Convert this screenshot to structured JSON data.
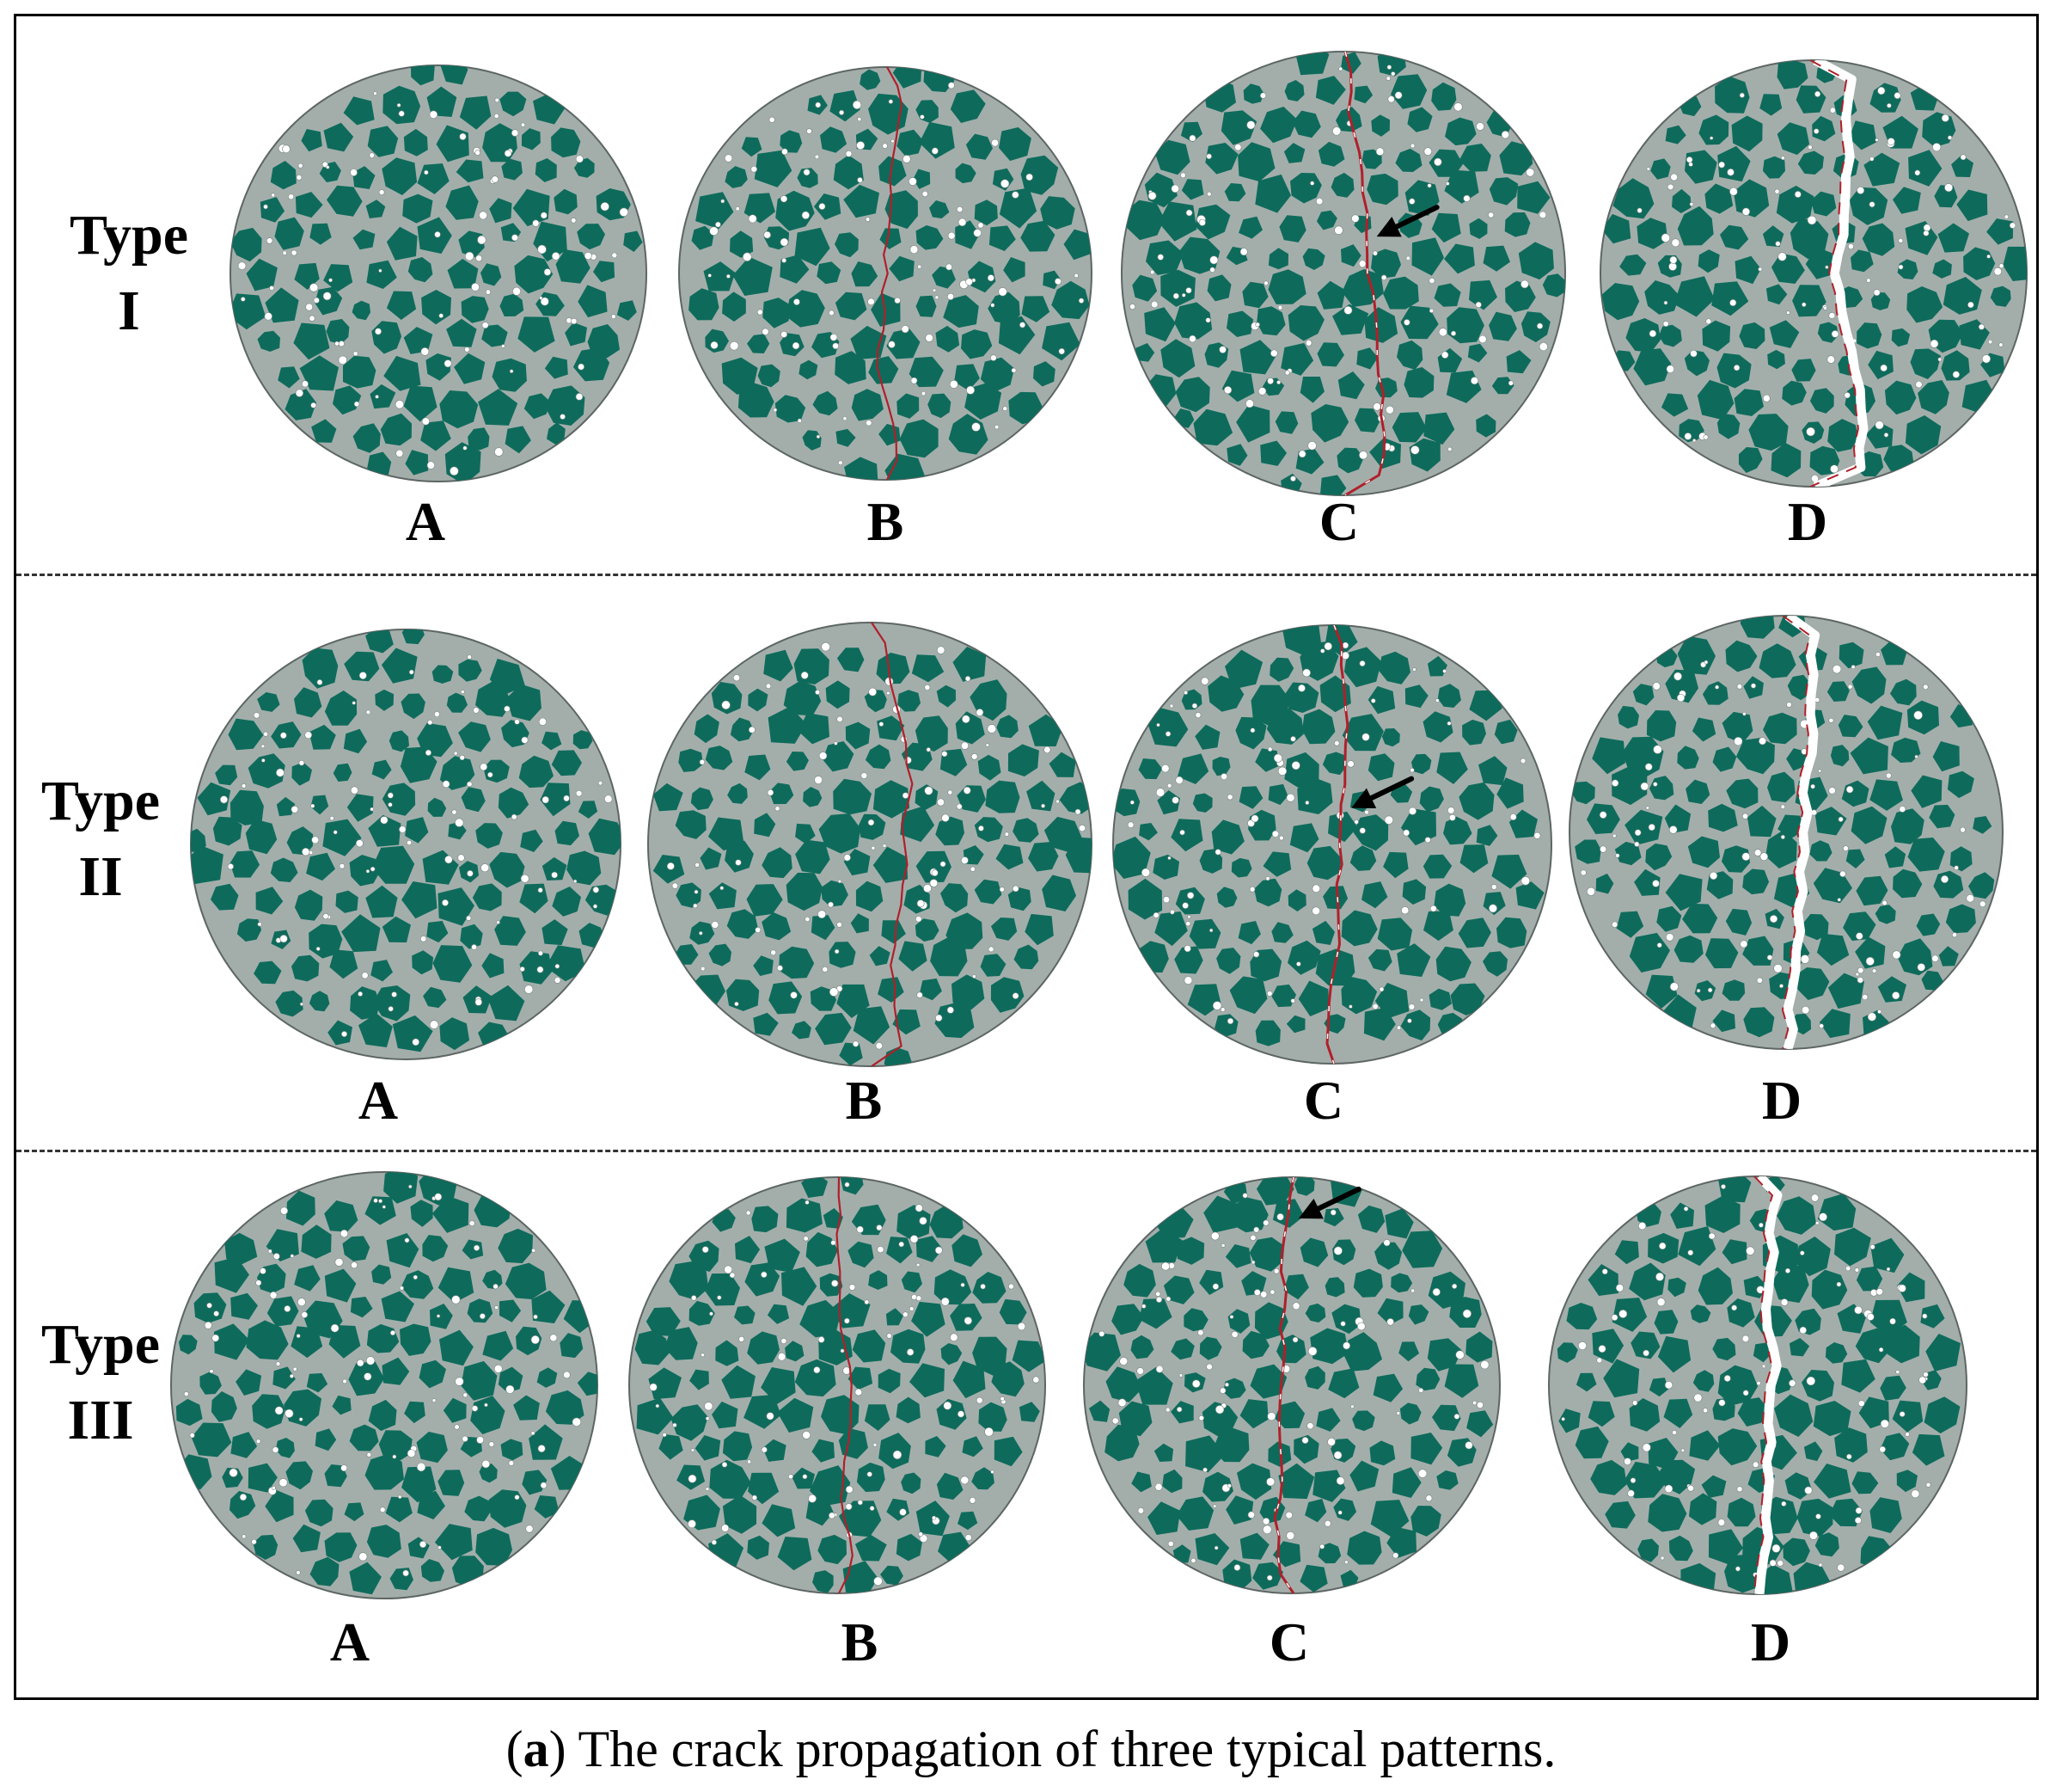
{
  "figure": {
    "colors": {
      "matrix": "#a3aeab",
      "aggregate": "#0e6b5b",
      "pore": "#ffffff",
      "crack": "#b0202a",
      "outline": "#5d6664",
      "arrow": "#000000"
    },
    "rows": [
      {
        "label_line1": "Type",
        "label_line2": "I",
        "panels": [
          {
            "label": "A",
            "stage": "intact"
          },
          {
            "label": "B",
            "stage": "crack-initiation"
          },
          {
            "label": "C",
            "stage": "crack-propagation",
            "arrow": true
          },
          {
            "label": "D",
            "stage": "fracture"
          }
        ]
      },
      {
        "label_line1": "Type",
        "label_line2": "II",
        "panels": [
          {
            "label": "A",
            "stage": "intact"
          },
          {
            "label": "B",
            "stage": "crack-initiation"
          },
          {
            "label": "C",
            "stage": "crack-propagation",
            "arrow": true
          },
          {
            "label": "D",
            "stage": "fracture"
          }
        ]
      },
      {
        "label_line1": "Type",
        "label_line2": "III",
        "panels": [
          {
            "label": "A",
            "stage": "intact"
          },
          {
            "label": "B",
            "stage": "crack-initiation"
          },
          {
            "label": "C",
            "stage": "crack-propagation",
            "arrow": true
          },
          {
            "label": "D",
            "stage": "fracture"
          }
        ]
      }
    ]
  },
  "caption": {
    "letter": "a",
    "text": " The crack propagation of three typical patterns."
  }
}
